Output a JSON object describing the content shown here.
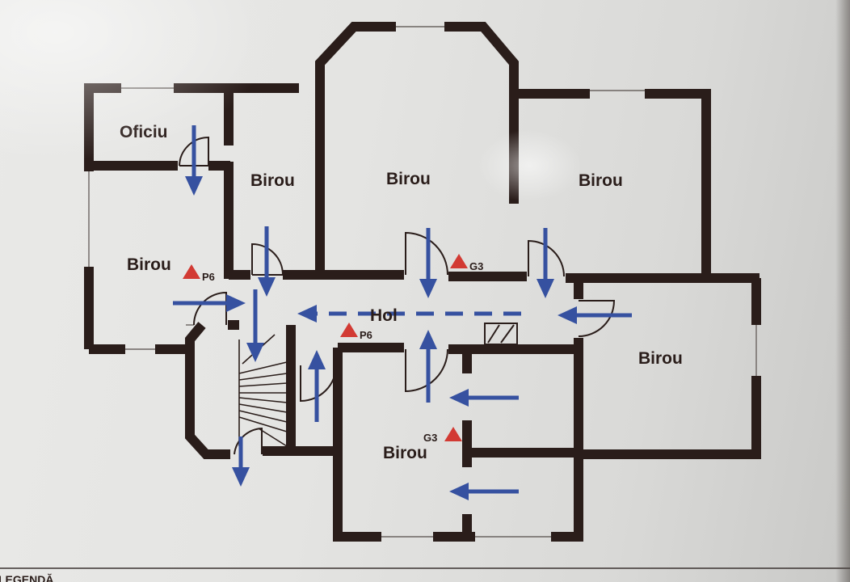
{
  "colors": {
    "wall": "#2a1d1a",
    "arrow": "#3651a0",
    "marker": "#d23a33",
    "paper": "#e6e6e4"
  },
  "rooms": [
    {
      "label": "Oficiu"
    },
    {
      "label": "Birou"
    },
    {
      "label": "Birou"
    },
    {
      "label": "Birou"
    },
    {
      "label": "Birou"
    },
    {
      "label": "Birou"
    },
    {
      "label": "Birou"
    },
    {
      "label": "Hol"
    }
  ],
  "markers": [
    {
      "label": "P6",
      "icon": "red-triangle-icon"
    },
    {
      "label": "G3",
      "icon": "red-triangle-icon"
    },
    {
      "label": "P6",
      "icon": "red-triangle-icon"
    },
    {
      "label": "G3",
      "icon": "red-triangle-icon"
    }
  ],
  "legend": {
    "title": "LEGENDĂ"
  }
}
